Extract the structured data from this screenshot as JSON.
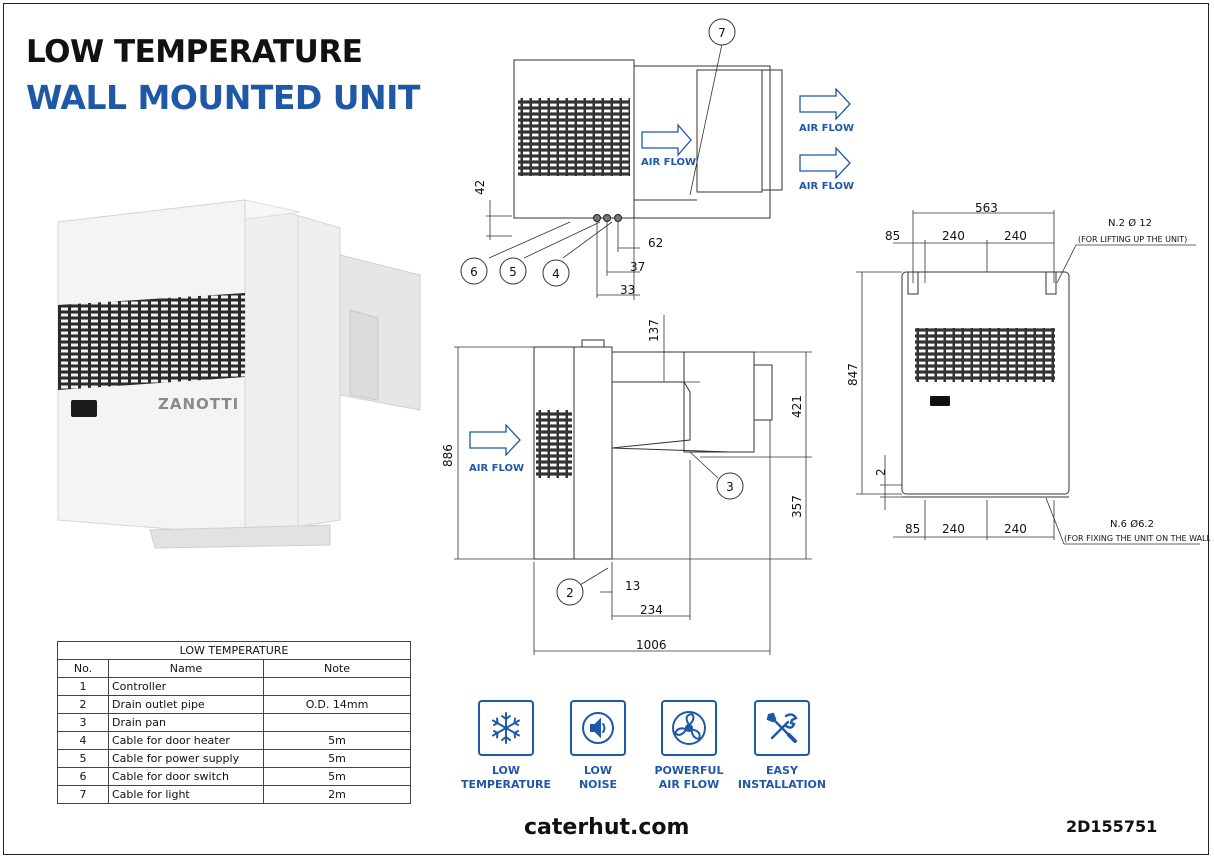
{
  "title": {
    "line1": "LOW TEMPERATURE",
    "line2": "WALL MOUNTED UNIT"
  },
  "product": {
    "brand": "ZANOTTI"
  },
  "footer": {
    "website": "caterhut.com",
    "code": "2D155751"
  },
  "watermark": "caterhut.com",
  "table": {
    "caption": "LOW TEMPERATURE",
    "headers": [
      "No.",
      "Name",
      "Note"
    ],
    "rows": [
      {
        "no": "1",
        "name": "Controller",
        "note": ""
      },
      {
        "no": "2",
        "name": "Drain outlet pipe",
        "note": "O.D. 14mm"
      },
      {
        "no": "3",
        "name": "Drain pan",
        "note": ""
      },
      {
        "no": "4",
        "name": "Cable for door heater",
        "note": "5m"
      },
      {
        "no": "5",
        "name": "Cable for power supply",
        "note": "5m"
      },
      {
        "no": "6",
        "name": "Cable for door switch",
        "note": "5m"
      },
      {
        "no": "7",
        "name": "Cable for light",
        "note": "2m"
      }
    ]
  },
  "features": [
    {
      "icon": "snowflake-icon",
      "label": "LOW\nTEMPERATURE"
    },
    {
      "icon": "low-noise-speaker-icon",
      "label": "LOW\nNOISE"
    },
    {
      "icon": "fan-icon",
      "label": "POWERFUL\nAIR FLOW"
    },
    {
      "icon": "tools-icon",
      "label": "EASY\nINSTALLATION"
    }
  ],
  "drawing": {
    "airflow": "AIR FLOW",
    "top_view": {
      "d_42": "42",
      "d_62": "62",
      "d_37": "37",
      "d_33": "33",
      "c4": "4",
      "c5": "5",
      "c6": "6",
      "c7": "7"
    },
    "side_view": {
      "d_886": "886",
      "d_137": "137",
      "d_421": "421",
      "d_357": "357",
      "d_13": "13",
      "d_234": "234",
      "d_1006": "1006",
      "c2": "2",
      "c3": "3"
    },
    "front_view": {
      "d_563": "563",
      "d_85_top": "85",
      "d_240_top_a": "240",
      "d_240_top_b": "240",
      "d_847": "847",
      "d_2": "2",
      "d_85_bot": "85",
      "d_240_bot_a": "240",
      "d_240_bot_b": "240",
      "lift_note_1": "N.2 Ø 12",
      "lift_note_2": "(FOR LIFTING UP THE UNIT)",
      "fix_note_1": "N.6 Ø6.2",
      "fix_note_2": "(FOR FIXING THE UNIT ON THE WALL)"
    }
  },
  "colors": {
    "accent": "#2058a8",
    "text": "#111111"
  }
}
